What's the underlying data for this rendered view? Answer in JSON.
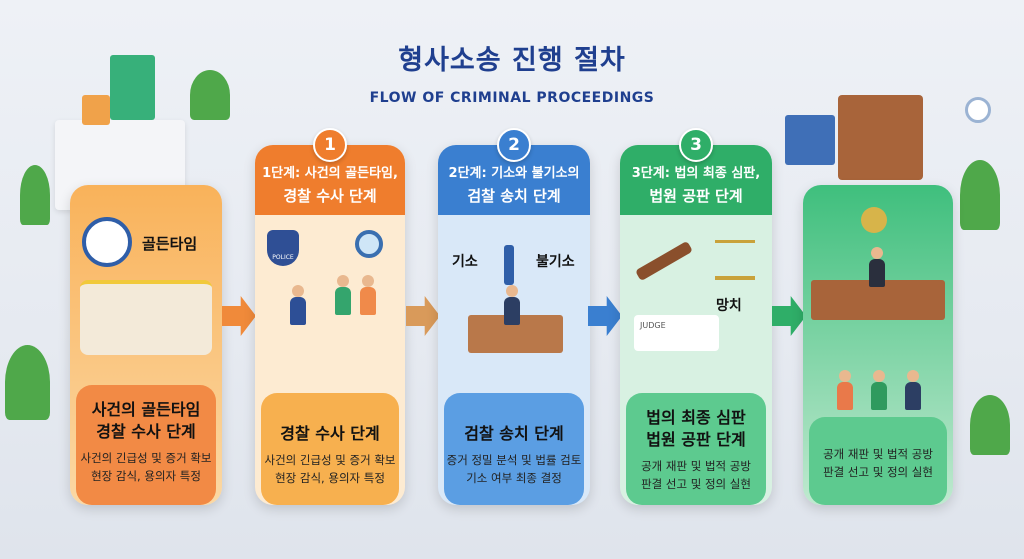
{
  "title": "형사소송 진행 절차",
  "subtitle": "FLOW OF CRIMINAL PROCEEDINGS",
  "colors": {
    "orange": "#f07f2e",
    "blue": "#3a7fd0",
    "green": "#2fae68",
    "title": "#1f3f8f"
  },
  "cards": [
    {
      "label": "골든타임",
      "bottom_title_1": "사건의 골든타임",
      "bottom_title_2": "경찰 수사 단계",
      "desc_1": "사건의 긴급성 및 증거 확보",
      "desc_2": "현장 감식, 용의자 특정"
    },
    {
      "number": "1",
      "header_1": "1단계: 사건의 골든타임,",
      "header_2": "경찰 수사 단계",
      "badge": "POLICE",
      "bottom_title_1": "경찰 수사 단계",
      "desc_1": "사건의 긴급성 및 증거 확보",
      "desc_2": "현장 감식, 용의자 특정"
    },
    {
      "number": "2",
      "header_1": "2단계: 기소와 불기소의",
      "header_2": "검찰 송치 단계",
      "label_left": "기소",
      "label_right": "불기소",
      "bottom_title_1": "검찰 송치 단계",
      "desc_1": "증거 정밀 분석 및 법률 검토",
      "desc_2": "기소 여부 최종 결정"
    },
    {
      "number": "3",
      "header_1": "3단계: 법의 최종 심판,",
      "header_2": "법원 공판 단계",
      "label": "망치",
      "doc_label": "JUDGE",
      "bottom_title_1": "법의 최종 심판",
      "bottom_title_2": "법원 공판 단계",
      "desc_1": "공개 재판 및 법적 공방",
      "desc_2": "판결 선고 및 정의 실현"
    },
    {
      "desc_1": "공개 재판 및 법적 공방",
      "desc_2": "판결 선고 및 정의 실현"
    }
  ]
}
